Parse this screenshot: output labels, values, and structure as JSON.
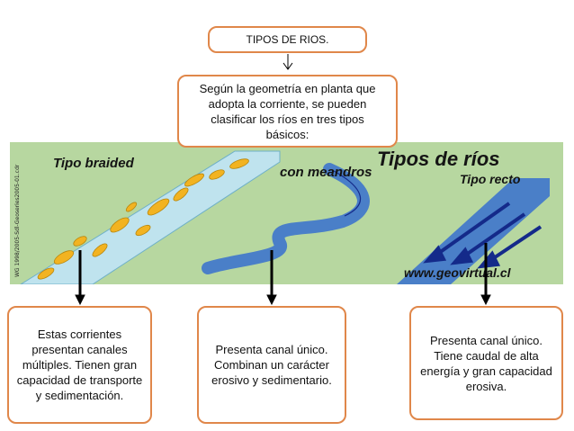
{
  "title": "TIPOS DE RIOS.",
  "intro": "Según la geometría en planta que adopta la corriente, se pueden clasificar los ríos en tres tipos básicos:",
  "illustration": {
    "label_braided": "Tipo braided",
    "heading": "Tipos de ríos",
    "label_meandros": "con meandros",
    "label_recto": "Tipo recto",
    "website": "www.geovirtual.cl",
    "side_watermark": "WG 1998/2005-Sdl-Geoseries2005-01.cdr",
    "colors": {
      "background": "#b7d7a0",
      "water_light": "#bfe3ee",
      "water_blue": "#4a7fc8",
      "islands": "#f2b321",
      "arrows": "#142a8a"
    }
  },
  "boxes": {
    "braided": "Estas corrientes presentan canales múltiples. Tienen gran capacidad de transporte y sedimentación.",
    "meandros": "Presenta canal único. Combinan un carácter erosivo y sedimentario.",
    "recto": "Presenta canal único. Tiene caudal de alta energía y gran capacidad erosiva."
  }
}
